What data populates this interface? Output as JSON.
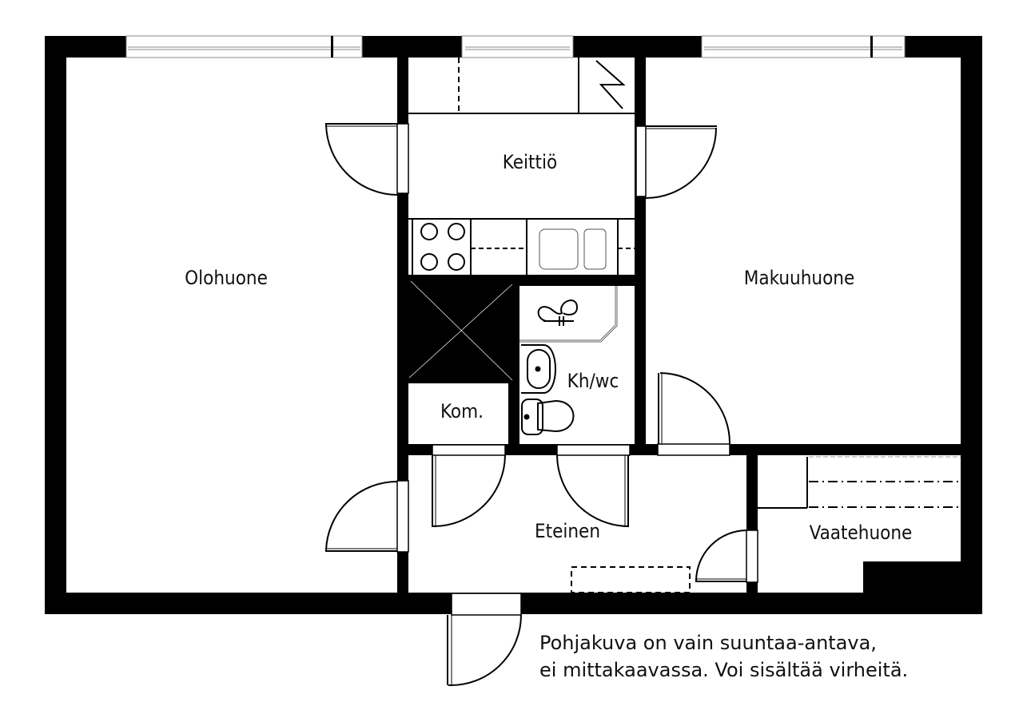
{
  "floorplan": {
    "rooms": [
      {
        "id": "olohuone",
        "label": "Olohuone"
      },
      {
        "id": "keittio",
        "label": "Keittiö"
      },
      {
        "id": "makuuhuone",
        "label": "Makuuhuone"
      },
      {
        "id": "kh-wc",
        "label": "Kh/wc"
      },
      {
        "id": "kom",
        "label": "Kom."
      },
      {
        "id": "eteinen",
        "label": "Eteinen"
      },
      {
        "id": "vaatehuone",
        "label": "Vaatehuone"
      }
    ],
    "note": {
      "line1": "Pohjakuva on vain suuntaa-antava,",
      "line2": "ei mittakaavassa. Voi sisältää virheitä."
    },
    "colors": {
      "wall": "#000000",
      "background": "#ffffff",
      "line": "#000000",
      "window_line": "#888888"
    }
  }
}
